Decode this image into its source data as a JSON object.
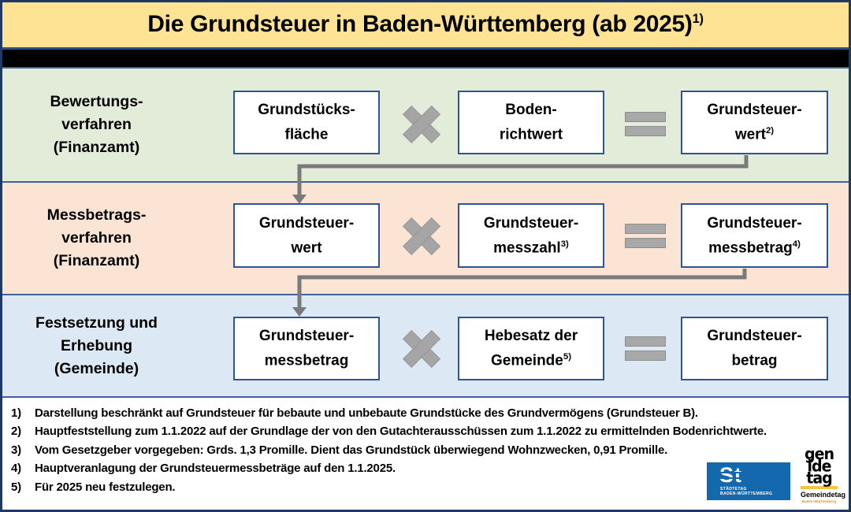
{
  "title": {
    "text": "Die Grundsteuer in Baden-Württemberg (ab 2025)",
    "superscript": "1)"
  },
  "rows": [
    {
      "label": [
        "Bewertungs-",
        "verfahren",
        "(Finanzamt)"
      ],
      "boxes": [
        {
          "line1": "Grundstücks-",
          "line2": "fläche",
          "sup": ""
        },
        {
          "line1": "Boden-",
          "line2": "richtwert",
          "sup": ""
        },
        {
          "line1": "Grundsteuer-",
          "line2": "wert",
          "sup": "2)"
        }
      ]
    },
    {
      "label": [
        "Messbetrags-",
        "verfahren",
        "(Finanzamt)"
      ],
      "boxes": [
        {
          "line1": "Grundsteuer-",
          "line2": "wert",
          "sup": ""
        },
        {
          "line1": "Grundsteuer-",
          "line2": "messzahl",
          "sup": "3)"
        },
        {
          "line1": "Grundsteuer-",
          "line2": "messbetrag",
          "sup": "4)"
        }
      ]
    },
    {
      "label": [
        "Festsetzung und",
        "Erhebung",
        "(Gemeinde)"
      ],
      "boxes": [
        {
          "line1": "Grundsteuer-",
          "line2": "messbetrag",
          "sup": ""
        },
        {
          "line1": "Hebesatz der",
          "line2": "Gemeinde",
          "sup": "5)"
        },
        {
          "line1": "Grundsteuer-",
          "line2": "betrag",
          "sup": ""
        }
      ]
    }
  ],
  "footnotes": [
    {
      "num": "1)",
      "text": "Darstellung beschränkt auf Grundsteuer für bebaute und unbebaute Grundstücke des Grundvermögens (Grundsteuer B)."
    },
    {
      "num": "2)",
      "text": "Hauptfeststellung zum 1.1.2022 auf der Grundlage der von den Gutachterausschüssen zum 1.1.2022 zu ermittelnden Bodenrichtwerte."
    },
    {
      "num": "3)",
      "text": "Vom Gesetzgeber vorgegeben: Grds. 1,3 Promille. Dient das Grundstück überwiegend Wohnzwecken, 0,91 Promille."
    },
    {
      "num": "4)",
      "text": "Hauptveranlagung der Grundsteuermessbeträge auf den 1.1.2025."
    },
    {
      "num": "5)",
      "text": "Für 2025 neu festzulegen."
    }
  ],
  "logos": {
    "staedtetag": {
      "glyph": "St",
      "line1": "STÄDTETAG",
      "line2": "BADEN-WÜRTTEMBERG",
      "bg_color": "#1368ae"
    },
    "gemeindetag": {
      "pattern": [
        "gen",
        "ide",
        "tag"
      ],
      "name": "Gemeindetag",
      "sub": "Baden-Württemberg",
      "accent_color": "#f6c343"
    }
  },
  "colors": {
    "title_bg": "#ffe394",
    "row1_bg": "#e2ecd8",
    "row2_bg": "#fbe4d3",
    "row3_bg": "#dce8f4",
    "box_border": "#2f5496",
    "operator_gray": "#a6a6a6",
    "connector_gray": "#7a7a7a",
    "frame_navy": "#1f3864"
  }
}
